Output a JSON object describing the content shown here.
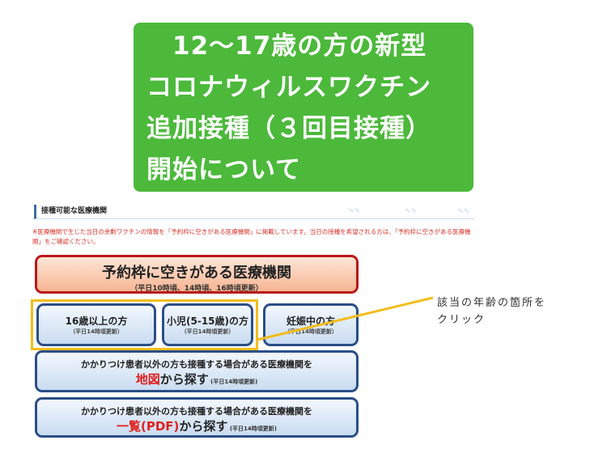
{
  "title": {
    "lines": [
      "　12～17歳の方の新型",
      "コロナウィルスワクチン",
      "追加接種（３回目接種）",
      "開始について"
    ]
  },
  "section": {
    "heading": "接種可能な医療機関",
    "note": "※医療機関で生じた当日の余剰ワクチンの情報を「予約枠に空きがある医療機関」に掲載しています。当日の接種を希望される方は、「予約枠に空きがある医療機関」をご確認ください。"
  },
  "buttons": {
    "vacancy": {
      "label": "予約枠に空きがある医療機関",
      "sub": "（平日10時頃、14時頃、16時頃更新）"
    },
    "age16": {
      "label": "16歳以上の方",
      "sub": "（平日14時頃更新）"
    },
    "child": {
      "label": "小児(5-15歳)の方",
      "sub": "（平日14時頃更新）"
    },
    "pregnant": {
      "label": "妊娠中の方",
      "sub": "（平日14時頃更新）"
    },
    "map": {
      "line1": "かかりつけ患者以外の方も接種する場合がある医療機関を",
      "highlight": "地図",
      "rest": "から探す",
      "sub": " (平日14時頃更新)"
    },
    "list": {
      "line1": "かかりつけ患者以外の方も接種する場合がある医療機関を",
      "highlight": "一覧(PDF)",
      "rest": "から探す",
      "sub": " (平日14時頃更新)"
    }
  },
  "annotation": {
    "line1": "該当の年齢の箇所を",
    "line2": "クリック"
  },
  "colors": {
    "green": "#4cb93b",
    "highlight": "#f2bd1d",
    "navy": "#2b4f86",
    "red": "#b8191a"
  }
}
